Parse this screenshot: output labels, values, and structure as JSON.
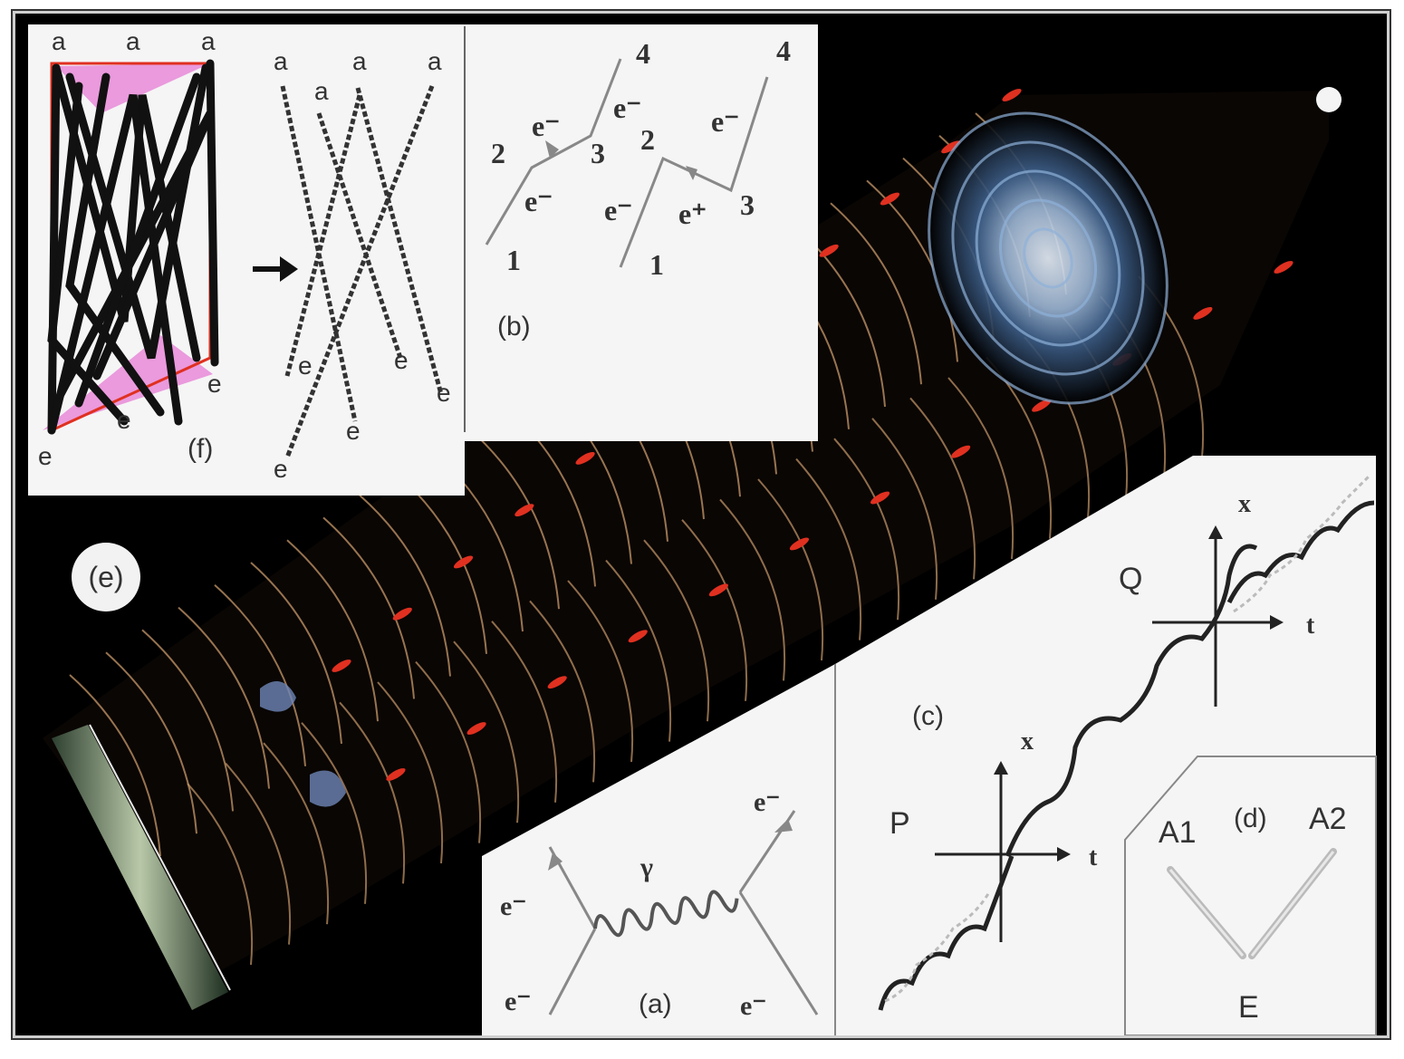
{
  "panels": {
    "f": {
      "label": "(f)",
      "left_top": [
        "a",
        "a",
        "a"
      ],
      "left_bottom": [
        "e",
        "e",
        "e"
      ],
      "right_top": [
        "a",
        "a",
        "a",
        "a"
      ],
      "right_bottom": [
        "e",
        "e",
        "e",
        "e",
        "e"
      ]
    },
    "b": {
      "label": "(b)",
      "left": {
        "n1": "1",
        "n2": "2",
        "n3": "3",
        "n4": "4",
        "e_a": "e⁻",
        "e_b": "e⁻",
        "e_c": "e⁻"
      },
      "right": {
        "n1": "1",
        "n2": "2",
        "n3": "3",
        "n4": "4",
        "e_a": "e⁻",
        "e_b": "e⁻",
        "e_c": "e⁺"
      }
    },
    "a": {
      "label": "(a)",
      "gamma": "γ",
      "e_top_left": "e⁻",
      "e_bottom_left": "e⁻",
      "e_top_right": "e⁻",
      "e_bottom_right": "e⁻"
    },
    "c": {
      "label": "(c)",
      "Q": "Q",
      "P": "P",
      "x_top": "x",
      "t_top": "t",
      "x_bottom": "x",
      "t_bottom": "t"
    },
    "d": {
      "label": "(d)",
      "a1": "A1",
      "a2": "A2",
      "e": "E"
    },
    "e": {
      "label": "(e)"
    }
  },
  "colors": {
    "background": "#000000",
    "panel": "#f5f5f5",
    "pink": "#e88ad8",
    "red": "#e03020",
    "wave": "#c89a6a",
    "galaxy": "#8fb0d8"
  }
}
